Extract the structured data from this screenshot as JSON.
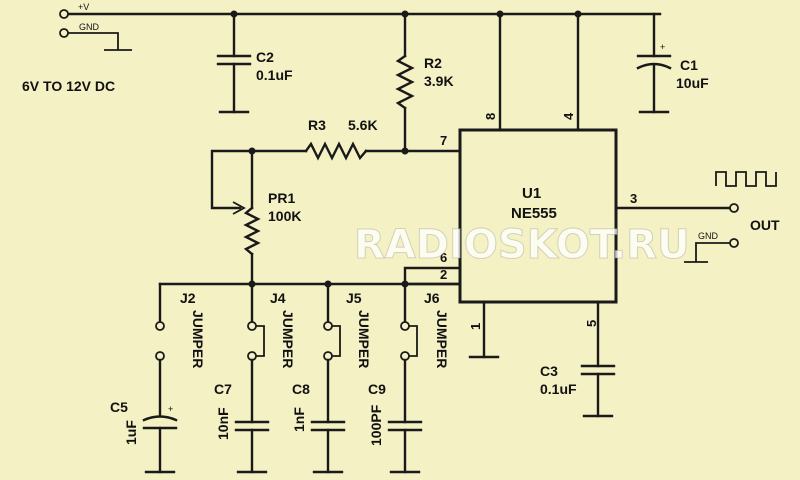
{
  "supply": {
    "vplus": "+V",
    "gnd": "GND",
    "range": "6V TO 12V DC"
  },
  "components": {
    "c1": {
      "ref": "C1",
      "value": "10uF",
      "polarity": "+"
    },
    "c2": {
      "ref": "C2",
      "value": "0.1uF"
    },
    "c3": {
      "ref": "C3",
      "value": "0.1uF"
    },
    "c5": {
      "ref": "C5",
      "value": "1uF",
      "polarity": "+"
    },
    "c7": {
      "ref": "C7",
      "value": "10nF"
    },
    "c8": {
      "ref": "C8",
      "value": "1nF"
    },
    "c9": {
      "ref": "C9",
      "value": "100PF"
    },
    "r2": {
      "ref": "R2",
      "value": "3.9K"
    },
    "r3": {
      "ref": "R3",
      "value": "5.6K"
    },
    "pr1": {
      "ref": "PR1",
      "value": "100K"
    },
    "u1": {
      "ref": "U1",
      "value": "NE555"
    }
  },
  "jumpers": [
    {
      "ref": "J2",
      "label": "JUMPER"
    },
    {
      "ref": "J4",
      "label": "JUMPER"
    },
    {
      "ref": "J5",
      "label": "JUMPER"
    },
    {
      "ref": "J6",
      "label": "JUMPER"
    }
  ],
  "pins": {
    "p8": "8",
    "p4": "4",
    "p7": "7",
    "p6": "6",
    "p2": "2",
    "p3": "3",
    "p1": "1",
    "p5": "5"
  },
  "output": {
    "label": "OUT",
    "gnd": "GND"
  },
  "watermark": "RADIOSKOT.RU"
}
